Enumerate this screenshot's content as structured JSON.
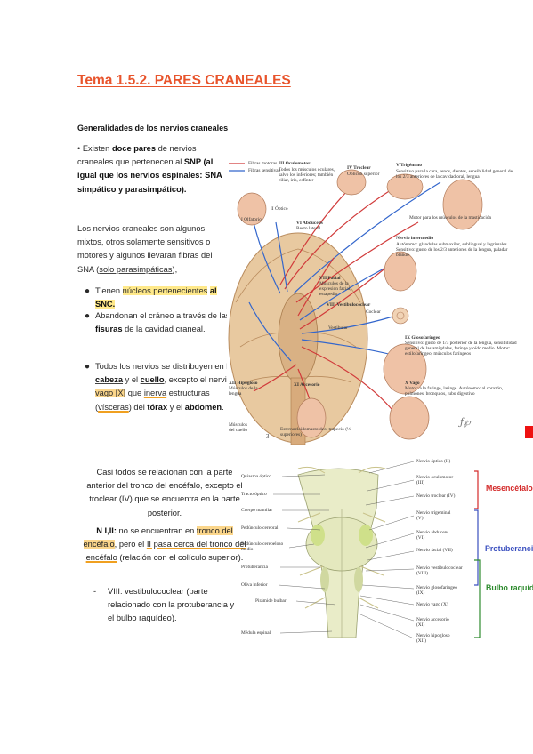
{
  "title": "Tema 1.5.2. PARES CRANEALES",
  "heading": "Generalidades de los nervios craneales",
  "p1": {
    "bullet": "•",
    "a": "Existen ",
    "b": "doce pares",
    "c": " de nervios craneales que pertenecen al ",
    "d": "SNP (al igual que los nervios espinales: SNA simpático y parasimpático)."
  },
  "p2": {
    "a": "Los nervios craneales son algunos mixtos, otros solamente sensitivos o motores y algunos llevaran fibras del SNA (",
    "b": "solo parasimpáticas",
    "c": "),"
  },
  "bullets": {
    "b1": {
      "a": "Tienen ",
      "b": "núcleos pertenecientes",
      "c": " ",
      "d": "al SNC."
    },
    "b2": {
      "a": "Abandonan el cráneo a través de las ",
      "b": "fisuras",
      "c": " de la cavidad craneal."
    },
    "b3": {
      "a": "Todos los nervios se distribuyen en la ",
      "b": "cabeza",
      "c": " y el ",
      "d": "cuello",
      "e": ", excepto el nervio ",
      "f": "vago [X]",
      "g": " que ",
      "h": "inerva",
      "i": " estructuras (",
      "j": "vísceras",
      "k": ") del ",
      "l": "tórax",
      "m": " y el ",
      "n": "abdomen",
      "o": "."
    }
  },
  "c1": "Casi todos se relacionan con la parte anterior del tronco del encéfalo, excepto el troclear (IV) que se encuentra en la parte posterior.",
  "c2": {
    "a": "N I,II:",
    "b": " no se encuentran en ",
    "c": "tronco del encéfalo",
    "d": ", pero el ",
    "e": "II pasa cerca del tronco del encéfalo",
    "f": " (relación con el colículo superior)."
  },
  "c3": {
    "dash": "-",
    "text": "VIII: vestibulococlear (parte relacionado con la protuberancia y el bulbo raquídeo)."
  },
  "fig1": {
    "legend_motor": "Fibras motoras",
    "legend_sens": "Fibras sensitivas",
    "labels": {
      "n3": "III Oculomotor",
      "n3d": "Todos los músculos oculares, salvo los inferiores; también ciliar, iris, esfínter",
      "n4": "IV Troclear",
      "n4d": "Oblicuo superior",
      "n5": "V Trigémino",
      "n5d": "Sensitivo para la cara, senos, dientes, sensibilidad general de los 2/3 anteriores de la cavidad oral, lengua",
      "n5m": "Motor para los músculos de la masticación",
      "n1": "I Olfatorio",
      "n2": "II Óptico",
      "n6": "VI Abducens",
      "n6d": "Recto lateral",
      "ni": "Nervio intermedio",
      "nid": "Autónomo: glándulas submaxilar, sublingual y lagrimales. Sensitivo: gusto de los 2/3 anteriores de la lengua, paladar blando",
      "n7": "VII Facial",
      "n7d": "Músculos de la expresión facial, estapedio",
      "n8": "VIII Vestibulococlear",
      "coclear": "Coclear",
      "vestib": "Vestibular",
      "n9": "IX Glosofaríngeo",
      "n9d": "Sensitivo: gusto de 1/3 posterior de la lengua, sensibilidad general de las amígdalas, faringe y oído medio. Motor: estilofaríngeo, músculos faríngeos",
      "n10": "X Vago",
      "n10d": "Motor: a la faringe, laringe. Autónomo: al corazón, pulmones, bronquios, tubo digestivo",
      "n12": "XII Hipogloso",
      "n12d": "Músculos de la lengua",
      "n11": "XI Accesorio",
      "musc": "Músculos del cuello",
      "esterno": "Esternocleidomastoideo, trapecio (⅓ superiores)",
      "page": "3"
    }
  },
  "fig2": {
    "left": [
      "Quiasma óptico",
      "Tracto óptico",
      "Cuerpo mamilar",
      "Pedúnculo cerebral",
      "Pedúnculo cerebeloso medio",
      "Protuberancia",
      "Oliva inferior",
      "Pirámide bulbar",
      "Médula espinal"
    ],
    "right": [
      "Nervio óptico (II)",
      "Nervio oculomotor (III)",
      "Nervio troclear (IV)",
      "Nervio trigeminal (V)",
      "Nervio abducens (VI)",
      "Nervio facial (VII)",
      "Nervio vestibulococlear (VIII)",
      "Nervio glosofaríngeo (IX)",
      "Nervio vago (X)",
      "Nervio accesorio (XI)",
      "Nervio hipogloso (XII)"
    ],
    "regions": {
      "mesen": "Mesencéfalo",
      "protu": "Protuberancia",
      "bulbo": "Bulbo raquíde"
    },
    "colors": {
      "mesen": "#d42a2a",
      "protu": "#3a4fbf",
      "bulbo": "#2e8b2e"
    }
  }
}
